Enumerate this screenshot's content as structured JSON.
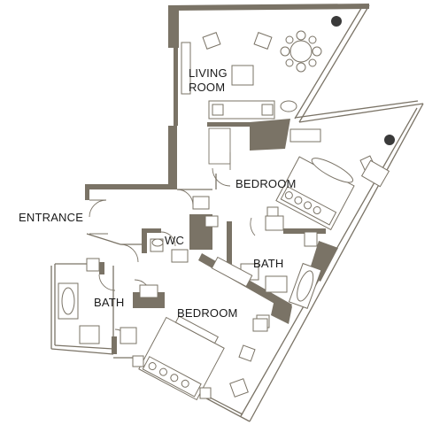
{
  "rooms": {
    "living_room": "LIVING\nROOM",
    "bedroom_upper": "BEDROOM",
    "entrance": "ENTRANCE",
    "wc": "WC",
    "bath_right": "BATH",
    "bath_left": "BATH",
    "bedroom_lower": "BEDROOM"
  },
  "colors": {
    "wall": "#7a7366",
    "background": "#ffffff",
    "text": "#1a1a1a"
  }
}
